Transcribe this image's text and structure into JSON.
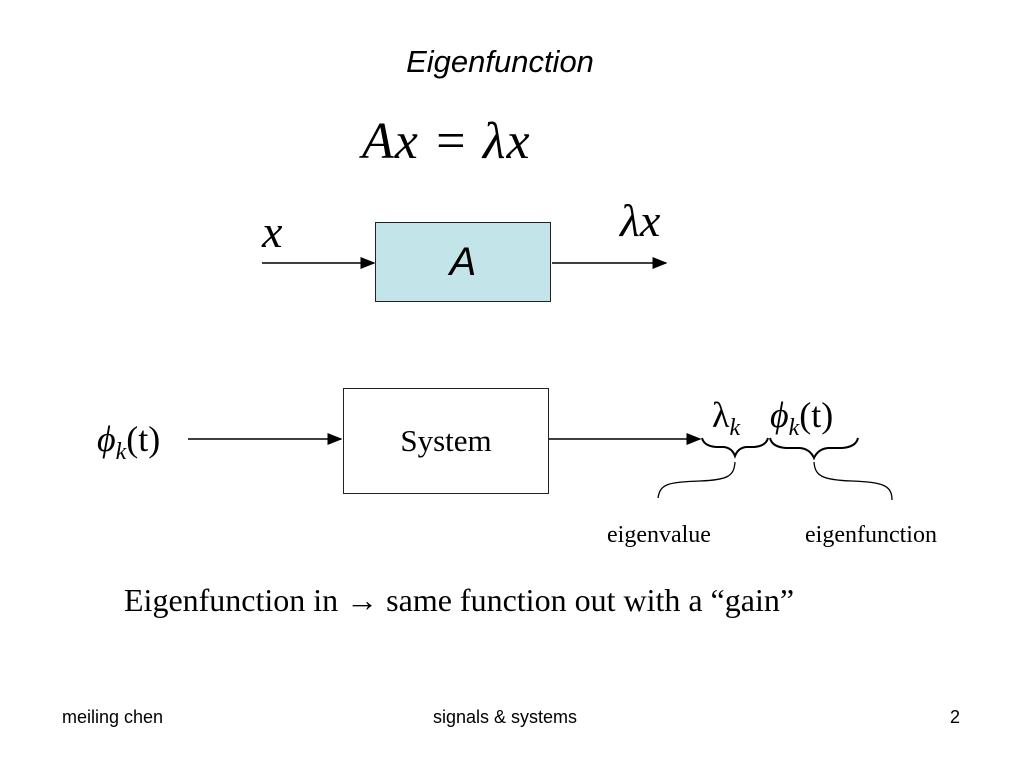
{
  "slide": {
    "title": "Eigenfunction",
    "equation": "Ax = λx",
    "diagram1": {
      "input_label": "x",
      "block_label": "A",
      "output_label": "λx"
    },
    "diagram2": {
      "input_label_base": "ϕ",
      "input_label_sub": "k",
      "input_label_arg": "(t)",
      "block_label": "System",
      "lambda_base": "λ",
      "lambda_sub": "k",
      "phi_base": "ϕ",
      "phi_sub": "k",
      "phi_arg": "(t)",
      "eigenvalue_label": "eigenvalue",
      "eigenfunction_label": "eigenfunction"
    },
    "caption": "Eigenfunction in → same function out with a “gain”"
  },
  "footer": {
    "author": "meiling chen",
    "course": "signals & systems",
    "page_number": "2"
  }
}
